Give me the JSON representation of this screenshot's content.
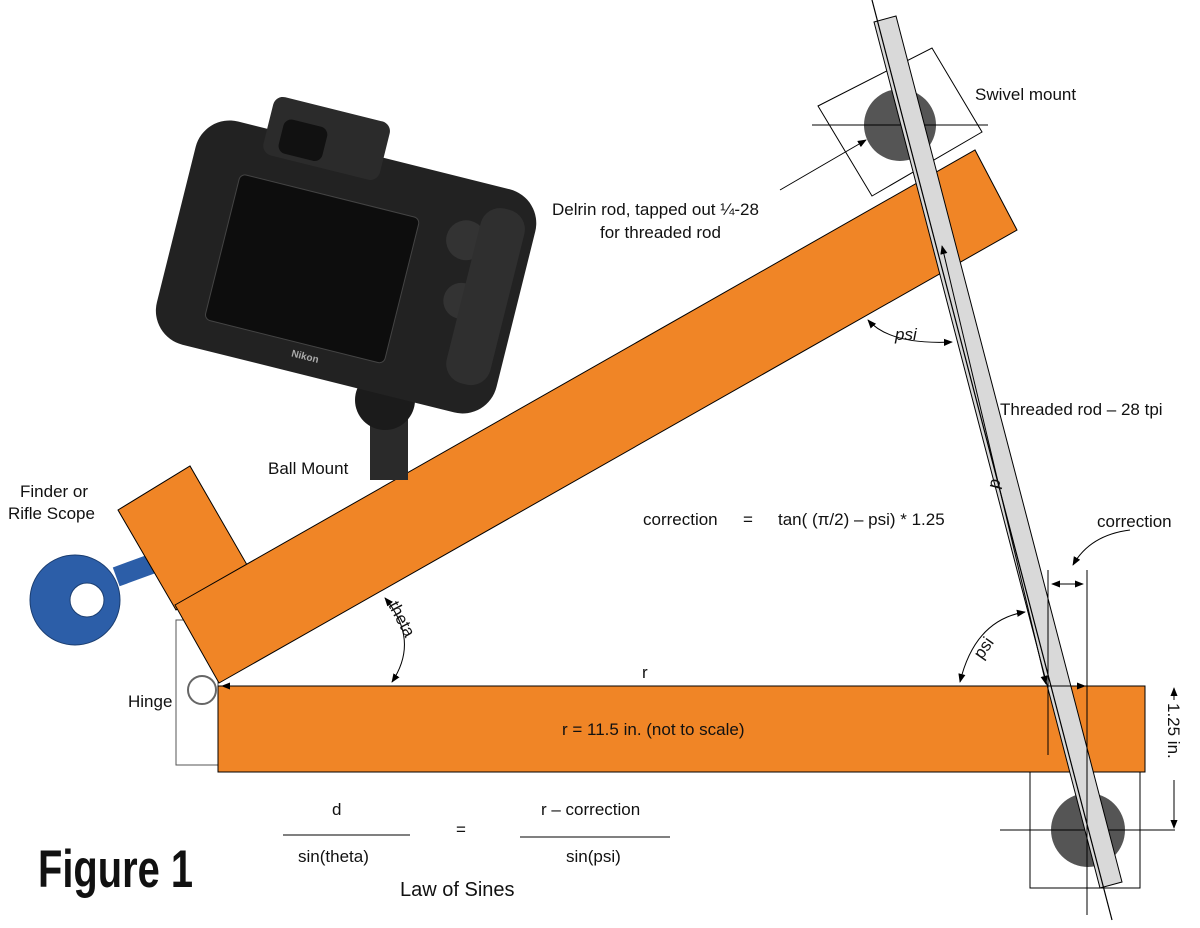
{
  "labels": {
    "swivel_mount": "Swivel mount",
    "delrin_line1": "Delrin rod, tapped out ¼-28",
    "delrin_line2": "for threaded rod",
    "psi_top": "psi",
    "threaded_rod": "Threaded rod – 28 tpi",
    "d_rod": "d",
    "ball_mount": "Ball Mount",
    "finder_line1": "Finder or",
    "finder_line2": "Rifle Scope",
    "correction_formula_lhs": "correction",
    "correction_formula_eq": "=",
    "correction_formula_rhs": "tan( (π/2) – psi) * 1.25",
    "correction_label": "correction",
    "theta": "theta",
    "psi_bottom": "psi",
    "r": "r",
    "hinge": "Hinge",
    "r_value": "r = 11.5 in. (not to scale)",
    "height_dim": "1.25 in.",
    "law_numerator_left": "d",
    "law_denominator_left": "sin(theta)",
    "law_eq": "=",
    "law_numerator_right": "r – correction",
    "law_denominator_right": "sin(psi)",
    "law_title": "Law of Sines",
    "figure_title": "Figure 1",
    "camera_brand": "Nikon"
  },
  "colors": {
    "orange": "#F08526",
    "blue": "#2C5EA8",
    "rod": "#D9D9D9",
    "mount": "#555555"
  }
}
